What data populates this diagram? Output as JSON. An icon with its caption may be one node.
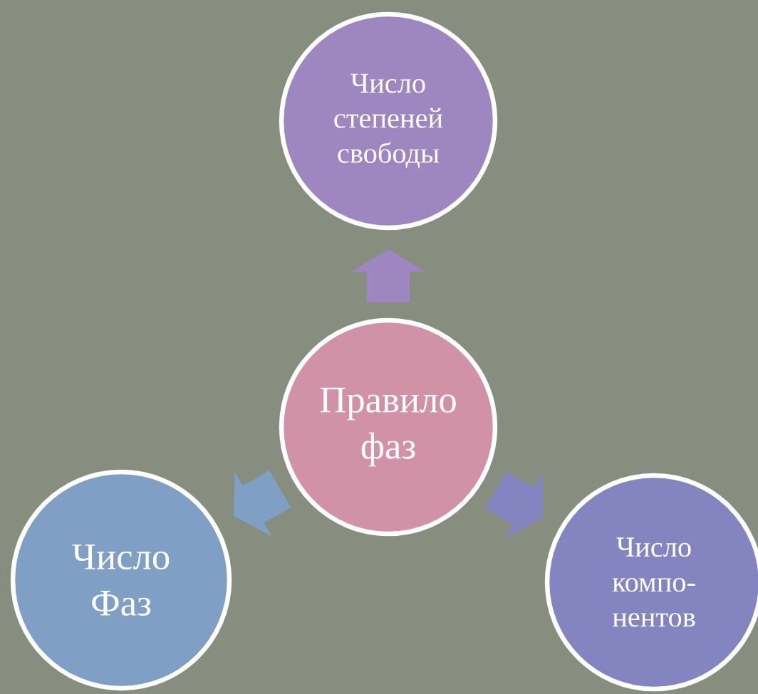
{
  "diagram": {
    "nodes": [
      {
        "text": [
          "Правило фаз"
        ]
      },
      {
        "text": [
          "Число степеней свободы"
        ]
      },
      {
        "text": [
          "Число Фаз"
        ]
      },
      {
        "text": [
          "Число компо- нентов"
        ]
      }
    ],
    "edges": [
      {
        "from": 0,
        "to": 1,
        "arrow": "to",
        "color": "#9e86c0"
      },
      {
        "from": 0,
        "to": 2,
        "arrow": "to",
        "color": "#7f9fc4"
      },
      {
        "from": 0,
        "to": 3,
        "arrow": "to",
        "color": "#8384c0"
      }
    ]
  }
}
